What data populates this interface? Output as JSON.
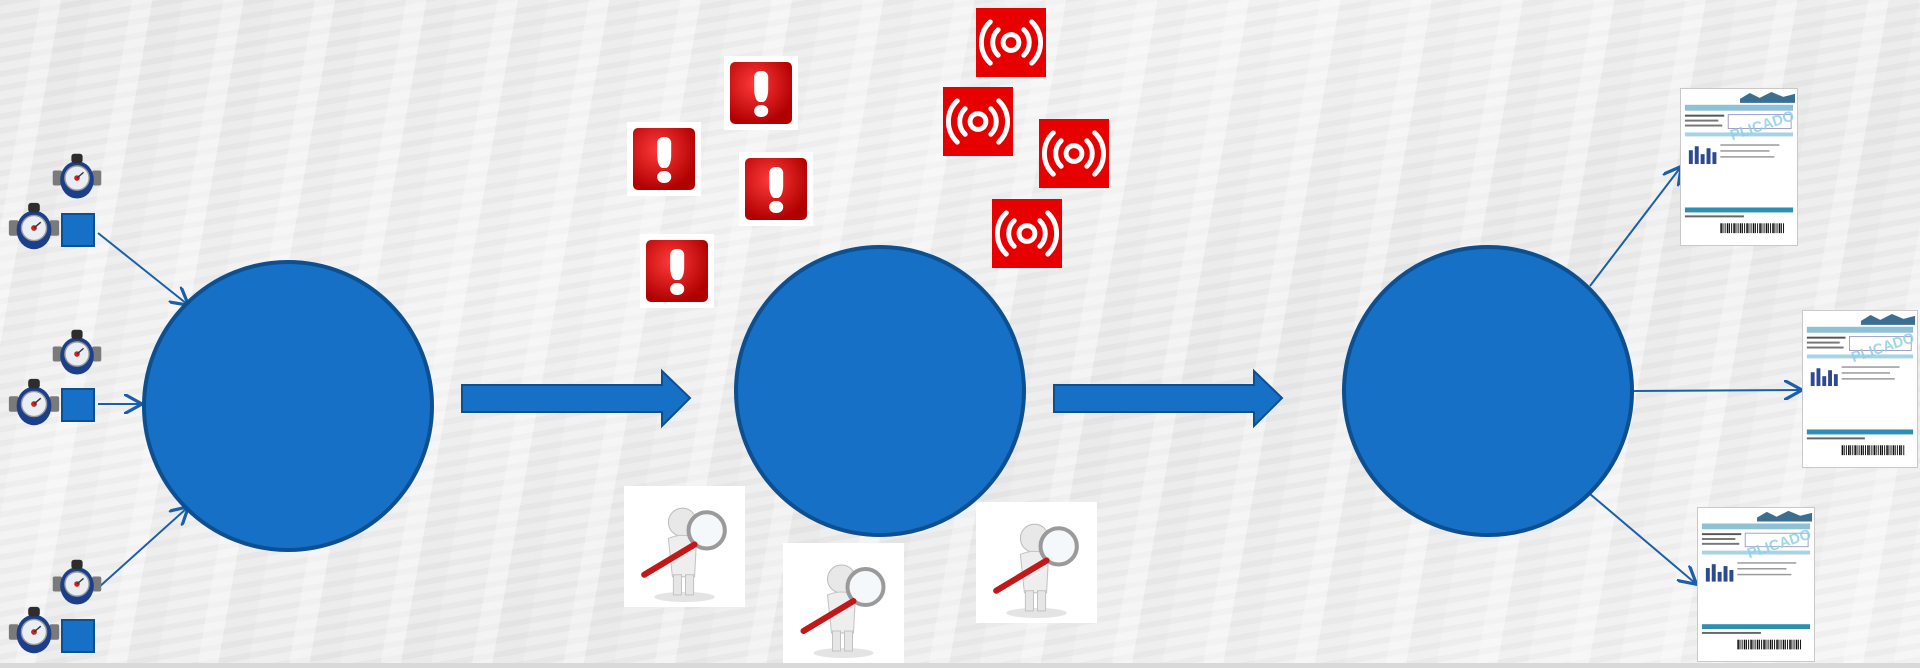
{
  "background": {
    "tint": "#ffffff",
    "photo_tone": "#d0d0d0"
  },
  "colors": {
    "node_fill": "#1570c6",
    "node_border": "#0d4f8f",
    "arrow": "#1570c6",
    "alert_red": "#e60000",
    "line": "#1b5faa"
  },
  "stages": [
    {
      "id": "collection",
      "label": ""
    },
    {
      "id": "analysis",
      "label": ""
    },
    {
      "id": "billing",
      "label": ""
    }
  ],
  "icons": {
    "water_meter": "water-meter-icon",
    "exclamation_alert": "exclamation-alert-icon",
    "signal_broadcast": "wireless-signal-icon",
    "search_figure": "magnifying-glass-figure-icon",
    "invoice": "bill-document-icon"
  },
  "invoice": {
    "watermark": "PLICADO"
  }
}
